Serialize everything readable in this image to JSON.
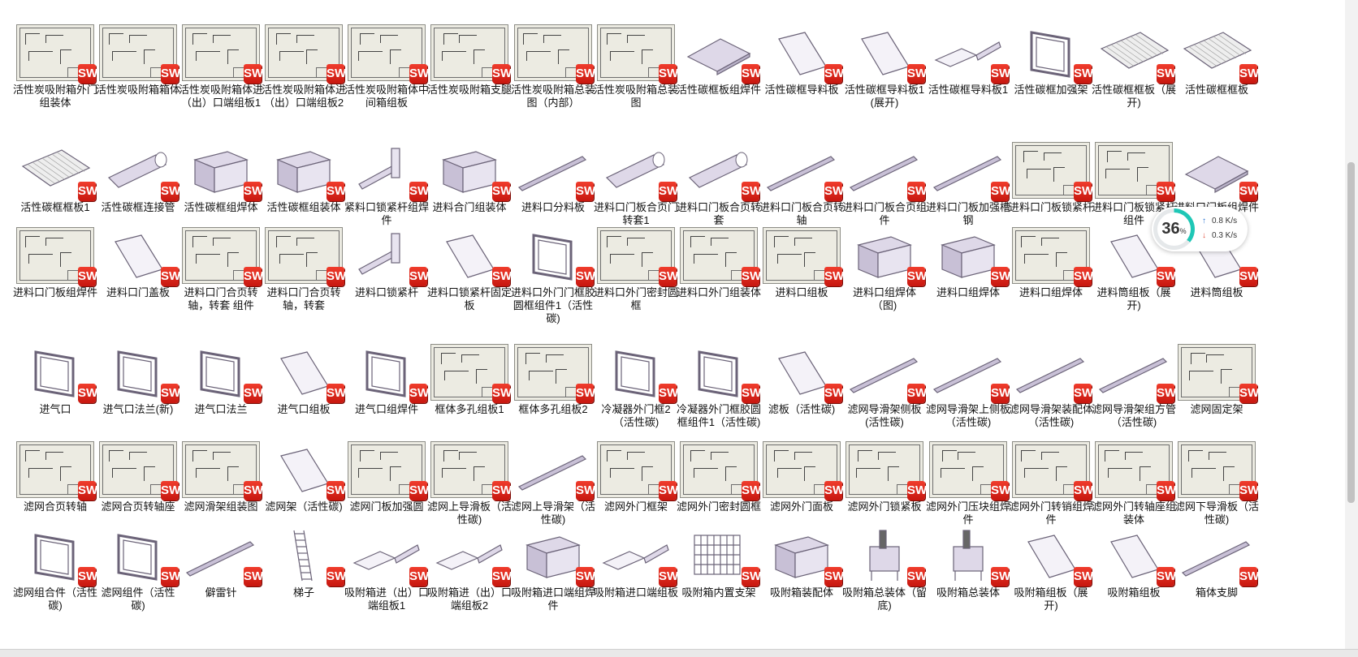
{
  "sw_badge_text": "SW",
  "file_icon": "solidworks-file-icon",
  "colors": {
    "badge": "#e32515",
    "sheet_bg": "#ecebe2",
    "model_fill": "#ded8e8",
    "model_edge": "#6b6378",
    "ring": "#1fc7b6",
    "upload_arrow": "#1f6fd1",
    "download_arrow": "#e2503c"
  },
  "speed_widget": {
    "percent": "36",
    "percent_sign": "%",
    "percent_value": 0.36,
    "upload": "0.8 K/s",
    "download": "0.3 K/s",
    "upload_icon": "arrow-up-icon",
    "download_icon": "arrow-down-icon"
  },
  "files": [
    {
      "label": "活性炭吸附箱外门组装体",
      "kind": "drawing"
    },
    {
      "label": "活性炭吸附箱箱体",
      "kind": "drawing"
    },
    {
      "label": "活性炭吸附箱体进（出）口端组板1",
      "kind": "drawing"
    },
    {
      "label": "活性炭吸附箱体进（出）口端组板2",
      "kind": "drawing"
    },
    {
      "label": "活性炭吸附箱体中间箱组板",
      "kind": "drawing"
    },
    {
      "label": "活性炭吸附箱支腿",
      "kind": "drawing"
    },
    {
      "label": "活性炭吸附箱总装图（内部）",
      "kind": "drawing"
    },
    {
      "label": "活性炭吸附箱总装图",
      "kind": "drawing"
    },
    {
      "label": "活性碳框板组焊件",
      "kind": "plate"
    },
    {
      "label": "活性碳框导料板",
      "kind": "sheet"
    },
    {
      "label": "活性碳框导料板1(展开)",
      "kind": "sheet"
    },
    {
      "label": "活性碳框导料板1",
      "kind": "bent"
    },
    {
      "label": "活性碳框加强架",
      "kind": "frame"
    },
    {
      "label": "活性碳框框板（展开)",
      "kind": "mesh"
    },
    {
      "label": "活性碳框框板",
      "kind": "mesh"
    },
    {
      "label": "活性碳框框板1",
      "kind": "mesh"
    },
    {
      "label": "活性碳框连接管",
      "kind": "tube"
    },
    {
      "label": "活性碳框组焊体",
      "kind": "box"
    },
    {
      "label": "活性碳框组装体",
      "kind": "box"
    },
    {
      "label": "紧料口锁紧杆组焊件",
      "kind": "bolt"
    },
    {
      "label": "进料合门组装体",
      "kind": "box"
    },
    {
      "label": "进料口分料板",
      "kind": "rod"
    },
    {
      "label": "进料口门板合页门转套1",
      "kind": "tube"
    },
    {
      "label": "进料口门板合页转套",
      "kind": "tube"
    },
    {
      "label": "进料口门板合页转轴",
      "kind": "rod"
    },
    {
      "label": "进料口门板合页组件",
      "kind": "rod"
    },
    {
      "label": "进料口门板加强槽钢",
      "kind": "rod"
    },
    {
      "label": "进料口门板锁紧杆",
      "kind": "drawing"
    },
    {
      "label": "进料口门板锁紧杆组件",
      "kind": "drawing"
    },
    {
      "label": "进料口门板组焊件",
      "kind": "plate"
    },
    {
      "label": "进料口门板组焊件",
      "kind": "drawing"
    },
    {
      "label": "进料口门盖板",
      "kind": "sheet"
    },
    {
      "label": "进料口门合页转轴，转套 组件",
      "kind": "drawing"
    },
    {
      "label": "进料口门合页转轴，转套",
      "kind": "drawing"
    },
    {
      "label": "进料口锁紧杆",
      "kind": "bolt"
    },
    {
      "label": "进料口锁紧杆固定板",
      "kind": "sheet"
    },
    {
      "label": "进料口外门门框胶圆框组件1（活性碳)",
      "kind": "frame"
    },
    {
      "label": "进料口外门密封圆框",
      "kind": "drawing"
    },
    {
      "label": "进料口外门组装体",
      "kind": "drawing"
    },
    {
      "label": "进料口组板",
      "kind": "drawing"
    },
    {
      "label": "进料口组焊体（图)",
      "kind": "box"
    },
    {
      "label": "进料口组焊体",
      "kind": "box"
    },
    {
      "label": "进料口组焊体",
      "kind": "drawing"
    },
    {
      "label": "进料筒组板（展开)",
      "kind": "sheet"
    },
    {
      "label": "进料筒组板",
      "kind": "sheet"
    },
    {
      "label": "进气口",
      "kind": "frame"
    },
    {
      "label": "进气口法兰(新)",
      "kind": "frame"
    },
    {
      "label": "进气口法兰",
      "kind": "frame"
    },
    {
      "label": "进气口组板",
      "kind": "sheet"
    },
    {
      "label": "进气口组焊件",
      "kind": "frame"
    },
    {
      "label": "框体多孔组板1",
      "kind": "drawing"
    },
    {
      "label": "框体多孔组板2",
      "kind": "drawing"
    },
    {
      "label": "冷凝器外门框2（活性碳)",
      "kind": "frame"
    },
    {
      "label": "冷凝器外门框胶圆框组件1（活性碳)",
      "kind": "frame"
    },
    {
      "label": "滤板（活性碳)",
      "kind": "sheet"
    },
    {
      "label": "滤网导滑架侧板(活性碳)",
      "kind": "rod"
    },
    {
      "label": "滤网导滑架上侧板（活性碳)",
      "kind": "rod"
    },
    {
      "label": "滤网导滑架装配体（活性碳)",
      "kind": "rod"
    },
    {
      "label": "滤网导滑架组方管（活性碳)",
      "kind": "rod"
    },
    {
      "label": "滤网固定架",
      "kind": "drawing"
    },
    {
      "label": "滤网合页转轴",
      "kind": "drawing"
    },
    {
      "label": "滤网合页转轴座",
      "kind": "drawing"
    },
    {
      "label": "滤网滑架组装图",
      "kind": "drawing"
    },
    {
      "label": "滤网架（活性碳)",
      "kind": "sheet"
    },
    {
      "label": "滤网门板加强圆",
      "kind": "drawing"
    },
    {
      "label": "滤网上导滑板（活性碳)",
      "kind": "drawing"
    },
    {
      "label": "滤网上导滑架（活性碳)",
      "kind": "rod"
    },
    {
      "label": "滤网外门框架",
      "kind": "drawing"
    },
    {
      "label": "滤网外门密封圆框",
      "kind": "drawing"
    },
    {
      "label": "滤网外门面板",
      "kind": "drawing"
    },
    {
      "label": "滤网外门锁紧板",
      "kind": "drawing"
    },
    {
      "label": "滤网外门压块组焊件",
      "kind": "drawing"
    },
    {
      "label": "滤网外门转销组焊件",
      "kind": "drawing"
    },
    {
      "label": "滤网外门转轴座组装体",
      "kind": "drawing"
    },
    {
      "label": "滤网下导滑板（活性碳)",
      "kind": "drawing"
    },
    {
      "label": "滤网组合件（活性碳)",
      "kind": "frame"
    },
    {
      "label": "滤网组件（活性碳)",
      "kind": "frame"
    },
    {
      "label": "僻雷针",
      "kind": "rod"
    },
    {
      "label": "梯子",
      "kind": "ladder"
    },
    {
      "label": "吸附箱进（出）口端组板1",
      "kind": "bent"
    },
    {
      "label": "吸附箱进（出）口端组板2",
      "kind": "bent"
    },
    {
      "label": "吸附箱进口端组焊件",
      "kind": "box"
    },
    {
      "label": "吸附箱进口端组板",
      "kind": "bent"
    },
    {
      "label": "吸附箱内置支架",
      "kind": "cage"
    },
    {
      "label": "吸附箱装配体",
      "kind": "box"
    },
    {
      "label": "吸附箱总装体（留底)",
      "kind": "machine"
    },
    {
      "label": "吸附箱总装体",
      "kind": "machine"
    },
    {
      "label": "吸附箱组板（展开)",
      "kind": "sheet"
    },
    {
      "label": "吸附箱组板",
      "kind": "sheet"
    },
    {
      "label": "箱体支脚",
      "kind": "rod"
    }
  ]
}
